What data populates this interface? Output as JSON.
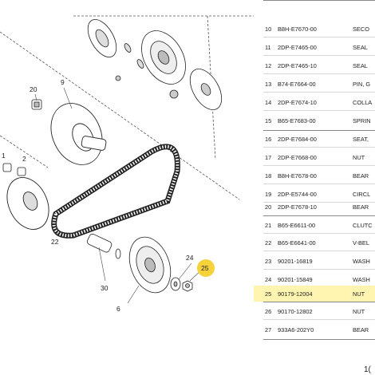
{
  "diagram": {
    "callouts": {
      "c20": "20",
      "c9": "9",
      "c22": "22",
      "c30": "30",
      "c6": "6",
      "c24": "24",
      "c25": "25",
      "c1": "1",
      "c2": "2"
    },
    "highlight_color": "#f6d23a"
  },
  "parts": [
    {
      "no": "10",
      "part": "B8H-E7670-00",
      "desc": "SECO"
    },
    {
      "no": "11",
      "part": "2DP-E7465-00",
      "desc": "SEAL"
    },
    {
      "no": "12",
      "part": "2DP-E7465-10",
      "desc": "SEAL"
    },
    {
      "no": "13",
      "part": "B74-E7664-00",
      "desc": "PIN, G"
    },
    {
      "no": "14",
      "part": "2DP-E7674-10",
      "desc": "COLLA"
    },
    {
      "no": "15",
      "part": "B65-E7683-00",
      "desc": "SPRIN"
    },
    {
      "no": "16",
      "part": "2DP-E7684-00",
      "desc": "SEAT,"
    },
    {
      "no": "17",
      "part": "2DP-E7668-00",
      "desc": "NUT"
    },
    {
      "no": "18",
      "part": "B8H-E7678-00",
      "desc": "BEAR"
    },
    {
      "no": "19",
      "part": "2DP-E5744-00",
      "desc": "CIRCL"
    },
    {
      "no": "20",
      "part": "2DP-E7678-10",
      "desc": "BEAR"
    },
    {
      "no": "21",
      "part": "B65-E6611-00",
      "desc": "CLUTC"
    },
    {
      "no": "22",
      "part": "B65-E6641-00",
      "desc": "V-BEL"
    },
    {
      "no": "23",
      "part": "90201-16819",
      "desc": "WASH"
    },
    {
      "no": "24",
      "part": "90201-15849",
      "desc": "WASH"
    },
    {
      "no": "25",
      "part": "90179-12004",
      "desc": "NUT"
    },
    {
      "no": "26",
      "part": "90170-12802",
      "desc": "NUT"
    },
    {
      "no": "27",
      "part": "933A6-202Y0",
      "desc": "BEAR"
    }
  ],
  "page_number": "1("
}
